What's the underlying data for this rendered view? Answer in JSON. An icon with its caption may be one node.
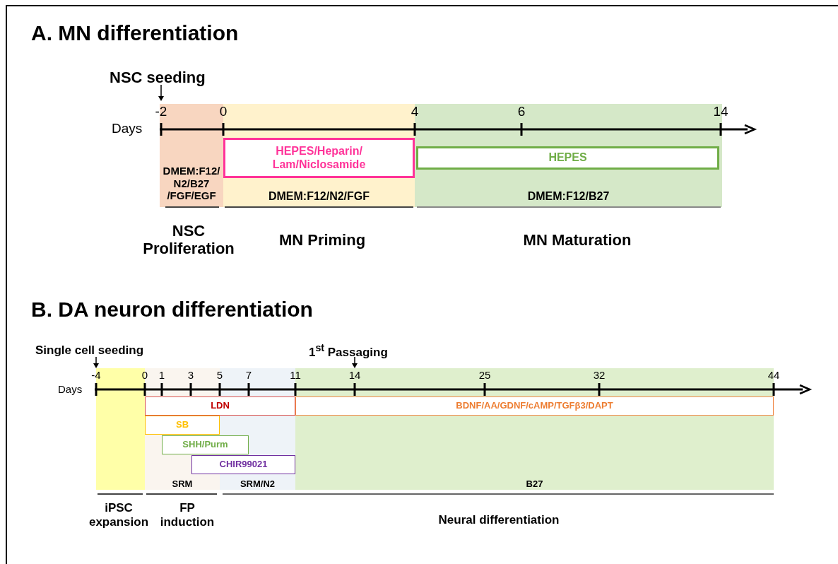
{
  "diagram": {
    "nodes": [
      {
        "text": [
          "DMEM:F12/ N2/B27 /FGF/EGF"
        ]
      },
      {
        "text": [
          "DMEM:F12/N2/FGF"
        ]
      },
      {
        "text": [
          "HEPES/Heparin/ Lam/Niclosamide"
        ],
        "in": 1
      },
      {
        "text": [
          "DMEM:F12/B27"
        ]
      },
      {
        "text": [
          "HEPES"
        ],
        "in": 3
      },
      {
        "text": [],
        "shape": "box"
      },
      {
        "text": [
          "SRM"
        ]
      },
      {
        "text": [
          "SRM/N2"
        ]
      },
      {
        "text": [
          "B27"
        ]
      },
      {
        "text": [
          "LDN"
        ]
      },
      {
        "text": [
          "BDNF/AA/GDNF/cAMP/TGFβ3/DAPT"
        ],
        "in": 8
      },
      {
        "text": [
          "SB"
        ],
        "in": 6
      },
      {
        "text": [
          "SHH/Purm"
        ]
      },
      {
        "text": [
          "CHIR99021"
        ]
      }
    ],
    "labels": [
      "A. MN differentiation",
      "NSC seeding",
      "-2",
      "0",
      "4",
      "6",
      "14",
      "Days",
      "NSC Proliferation",
      "MN Priming",
      "MN Maturation",
      "B. DA neuron differentiation",
      "Single cell seeding",
      "1$^{st}$ Passaging",
      "-4",
      "0",
      "1",
      "3",
      "5",
      "7",
      "11",
      "14",
      "25",
      "32",
      "44",
      "Days",
      "iPSC expansion",
      "FP induction",
      "Neural differentiation"
    ]
  }
}
